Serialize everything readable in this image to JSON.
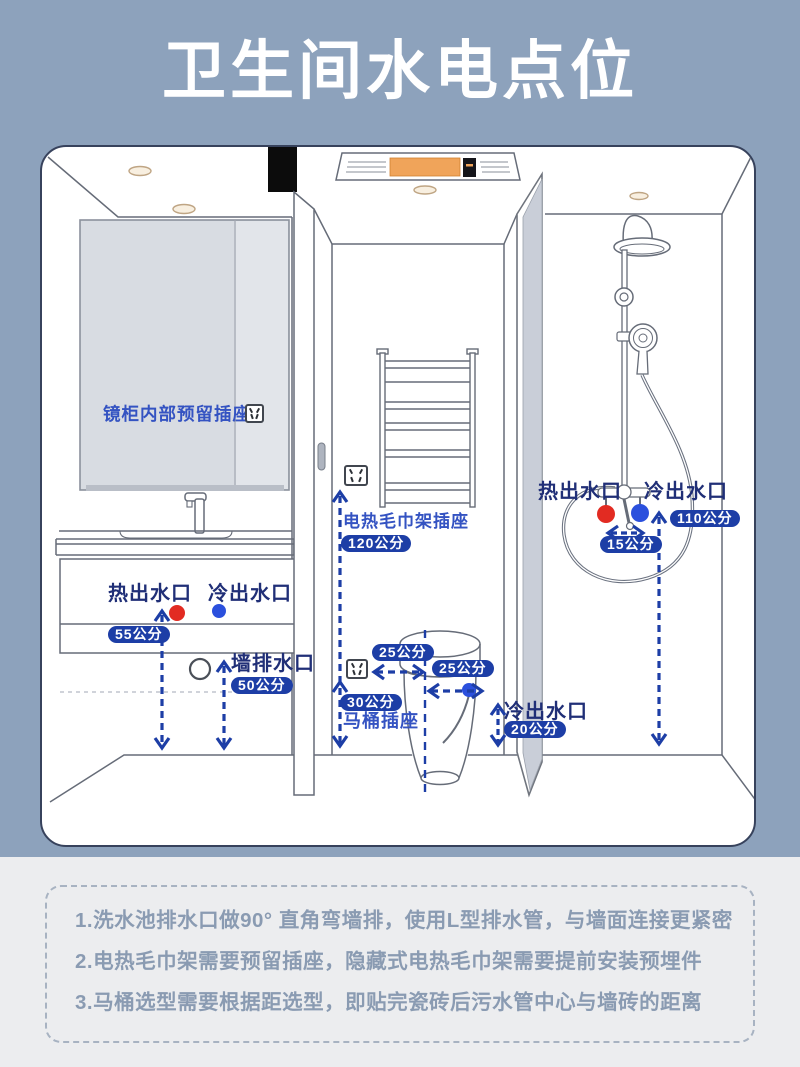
{
  "title": "卫生间水电点位",
  "labels": {
    "mirror_socket": "镜柜内部预留插座",
    "vanity_hot": "热出水口",
    "vanity_cold": "冷出水口",
    "vanity_hot_h": "55公分",
    "wall_drain": "墙排水口",
    "wall_drain_h": "50公分",
    "towel_socket": "电热毛巾架插座",
    "towel_socket_h": "120公分",
    "toilet_off_l": "25公分",
    "toilet_off_r": "25公分",
    "toilet_socket_h": "30公分",
    "toilet_socket": "马桶插座",
    "toilet_cold": "冷出水口",
    "toilet_cold_h": "20公分",
    "shower_hot": "热出水口",
    "shower_cold": "冷出水口",
    "shower_gap": "15公分",
    "shower_h": "110公分"
  },
  "notes": [
    "1.洗水池排水口做90° 直角弯墙排，使用L型排水管，与墙面连接更紧密",
    "2.电热毛巾架需要预留插座，隐藏式电热毛巾架需要提前安装预埋件",
    "3.马桶选型需要根据距选型，即贴完瓷砖后污水管中心与墙砖的距离"
  ],
  "colors": {
    "page_top_bg": "#8da2bc",
    "page_bottom_bg": "#ecedef",
    "badge_blue": "#1d3ea6",
    "label_blue": "#3453c2",
    "label_navy": "#202f77",
    "hot_red": "#e22b22",
    "cold_blue": "#2b50dd",
    "heater_orange": "#f0a45a"
  }
}
